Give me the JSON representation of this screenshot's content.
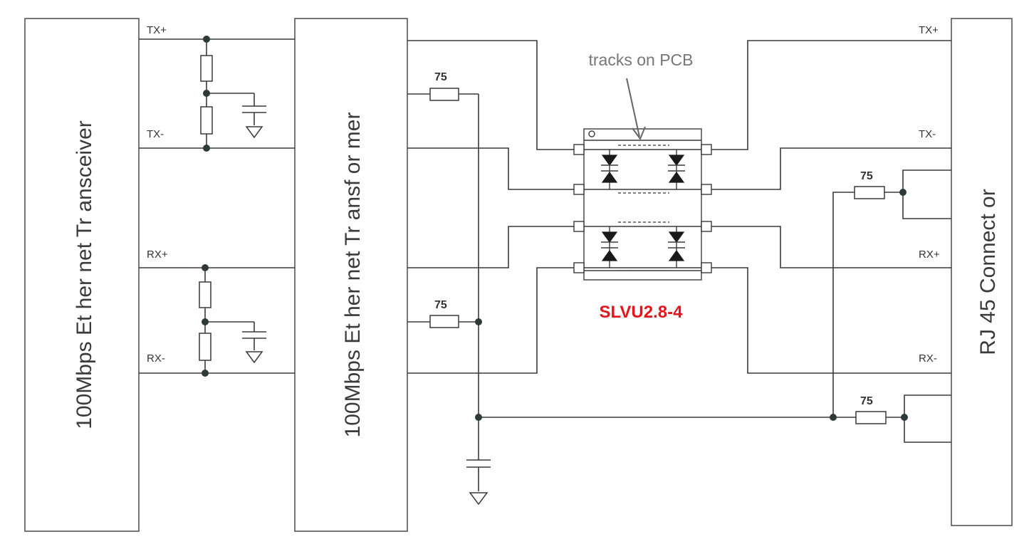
{
  "blocks": {
    "transceiver": "100Mbps Et her net  Tr ansceiver",
    "transformer": "100Mbps Et her net  Tr ansf or mer",
    "connector": "RJ 45 Connect or"
  },
  "signals": {
    "left_tx_plus": "TX+",
    "left_tx_minus": "TX-",
    "left_rx_plus": "RX+",
    "left_rx_minus": "RX-",
    "right_tx_plus": "TX+",
    "right_tx_minus": "TX-",
    "right_rx_plus": "RX+",
    "right_rx_minus": "RX-"
  },
  "resistors": {
    "r1": "75",
    "r2": "75",
    "r3": "75",
    "r4": "75"
  },
  "annotation": "tracks on PCB",
  "part_label": "SLVU2.8-4",
  "colors": {
    "part_label": "#e8141b",
    "wire": "#3a3a3a",
    "annotation": "#777777"
  }
}
